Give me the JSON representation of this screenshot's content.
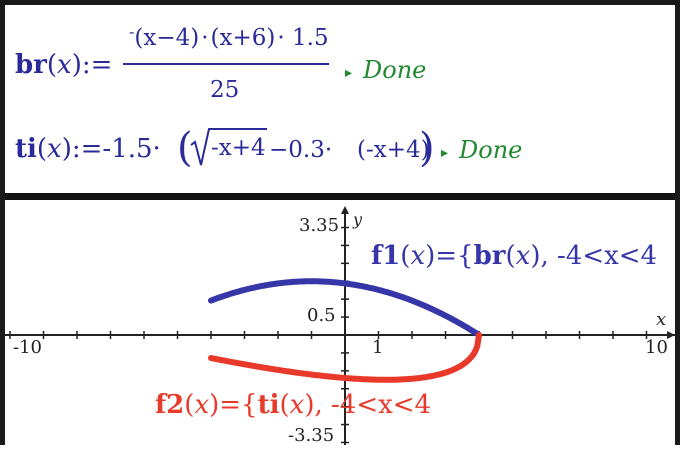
{
  "calculator": {
    "line1": {
      "func_name": "br",
      "arg": "x",
      "assign": "):=",
      "numerator_parts": [
        "-",
        "(x−4)",
        "·",
        "(x+6)",
        "· 1.5"
      ],
      "denominator": "25",
      "result": "Done"
    },
    "line2": {
      "func_name": "ti",
      "arg": "x",
      "assign": "):=",
      "coef": "-1.5·",
      "radicand": "-x+4",
      "middle": "−0.3·",
      "tail": "(-x+4)",
      "result": "Done"
    }
  },
  "graph": {
    "xmin": -10,
    "xmax": 10,
    "ymin": -3.35,
    "ymax": 3.35,
    "xmin_label": "-10",
    "xmax_label": "10",
    "ymax_label": "3.35",
    "ymin_label": "-3.35",
    "x_tick_label": "1",
    "y_tick_label": "0.5",
    "x_axis_label": "x",
    "y_axis_label": "y",
    "f1": {
      "name": "f1",
      "arg": "x",
      "body": "br",
      "domain": "-4<x<4",
      "color": "#3636a8"
    },
    "f2": {
      "name": "f2",
      "arg": "x",
      "body": "ti",
      "domain": "-4<x<4",
      "color": "#e8392a"
    }
  }
}
